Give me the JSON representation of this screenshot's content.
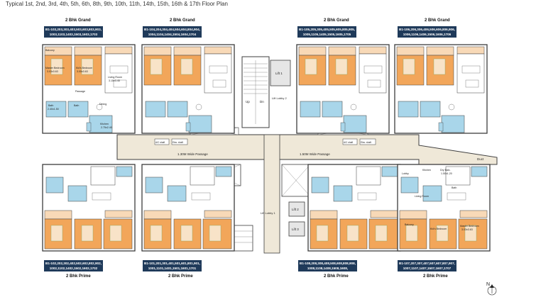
{
  "header": {
    "title": "Typical 1st, 2nd, 3rd, 4th, 5th, 6th, 8th, 9th, 10th, 11th, 14th, 15th, 16th & 17th Floor Plan"
  },
  "colors": {
    "bedroom": "#f2a65a",
    "bath": "#a9d6ea",
    "balcony": "#f8d9b7",
    "living": "#ffffff",
    "corridor": "#efe8d8",
    "lift": "#e6e6e6",
    "wall": "#3d3d3d",
    "unitbox": "#1f3a5a"
  },
  "units": {
    "top_left": {
      "type": "2 Bhk Grand",
      "numbers_line1": "B1-103,203,303,403,503,603,803,903,",
      "numbers_line2": "1003,1103,1403,1503,1603,1703"
    },
    "top_left2": {
      "type": "2 Bhk Grand",
      "numbers_line1": "B1-104,204,304,404,504,604,804,904,",
      "numbers_line2": "1004,1104,1404,1504,1604,1704"
    },
    "top_right1": {
      "type": "2 Bhk Grand",
      "numbers_line1": "B1-105,205,305,405,505,605,805,905,",
      "numbers_line2": "1005,1105,1405,1505,1605,1705"
    },
    "top_right2": {
      "type": "2 Bhk Grand",
      "numbers_line1": "B1-106,206,306,406,506,606,806,906,",
      "numbers_line2": "1006,1106,1406,1506,1606,1706"
    },
    "bottom_left": {
      "type": "2 Bhk Prime",
      "numbers_line1": "B1-102,202,302,402,502,602,802,902,",
      "numbers_line2": "1002,1102,1402,1502,1602,1702"
    },
    "bottom_left2": {
      "type": "2 Bhk Prime",
      "numbers_line1": "B1-101,201,301,401,501,601,801,901,",
      "numbers_line2": "1001,1101,1401,1501,1601,1701"
    },
    "bottom_right1": {
      "type": "2 Bhk Prime",
      "numbers_line1": "B1-108,208,308,408,508,608,808,908,",
      "numbers_line2": "1008,1108,1408,1508,1608,"
    },
    "bottom_right2": {
      "type": "2 Bhk Prime",
      "numbers_line1": "B1-107,207,307,407,507,607,807,907,",
      "numbers_line2": "1007,1107,1407,1507,1607,1707"
    }
  },
  "rooms": {
    "balcony": "Balcony",
    "master_bedroom": "Master Bedroom",
    "kids_bedroom": "Kid's Bedroom",
    "living_room": "Living Room",
    "dining": "Dining",
    "kitchen": "Kitchen",
    "bath": "Bath",
    "passage": "Passage",
    "dry_balcony": "Dry Balc.",
    "lobby": "Lobby",
    "dim_mb": "3.03x3.63",
    "dim_kb": "3.05x3.63",
    "dim_lr": "3.15x3.45",
    "dim_kt": "2.75x2.40",
    "dim_bt": "2.40x1.50",
    "dim_bc": "1.50x1.20"
  },
  "core": {
    "lift1": "Lift 1",
    "lift2": "Lift 2",
    "lift3": "Lift 3",
    "lift_lobby_1": "Lift Lobby 1",
    "lift_lobby_2": "Lift Lobby 2",
    "up": "Up",
    "dn": "Dn",
    "duct": "Duct",
    "ac_shaft": "A/C shaft",
    "elec_shaft": "Elec. shaft",
    "passage_left": "1.30M Wide Passage",
    "passage_right": "1.50M Wide Passage"
  },
  "compass": "N"
}
